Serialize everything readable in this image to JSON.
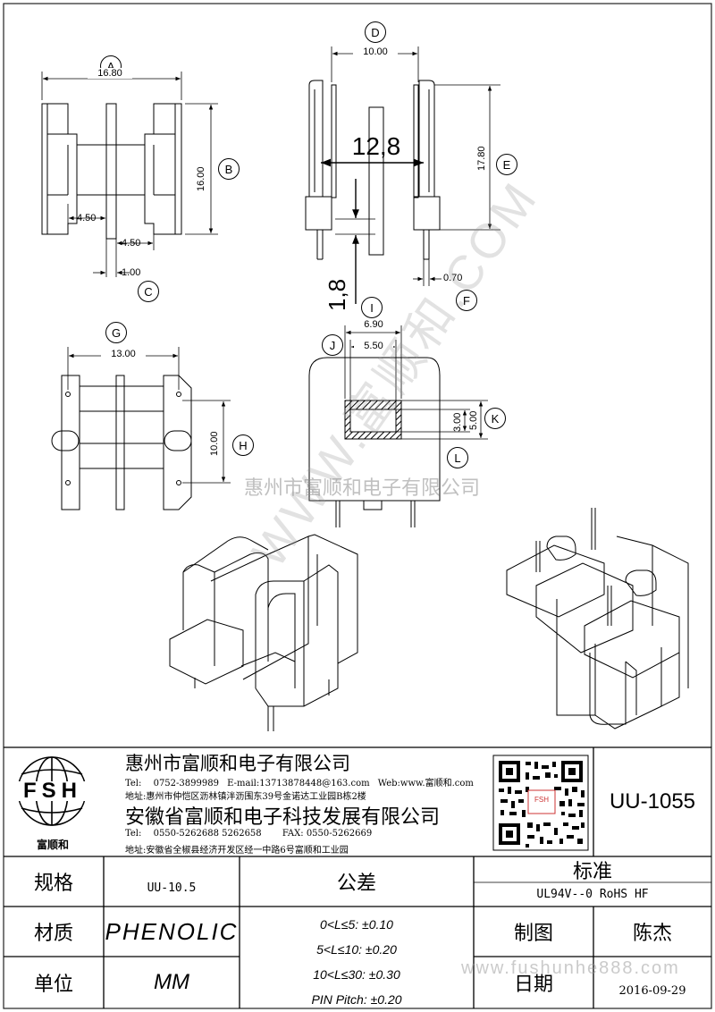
{
  "dimensions": {
    "a": {
      "letter": "A",
      "value": "16.80"
    },
    "b": {
      "letter": "B",
      "value": "16.00"
    },
    "c": {
      "letter": "C",
      "value": "1.00"
    },
    "c_left": "4.50",
    "c_right": "4.50",
    "d": {
      "letter": "D",
      "value": "10.00"
    },
    "e": {
      "letter": "E",
      "value": "17.80"
    },
    "f": {
      "letter": "F",
      "value": "0.70"
    },
    "g": {
      "letter": "G",
      "value": "13.00"
    },
    "h": {
      "letter": "H",
      "value": "10.00"
    },
    "i": {
      "letter": "I",
      "value": "6.90"
    },
    "j": {
      "letter": "J",
      "value": "5.50"
    },
    "k": {
      "letter": "K",
      "value": "5.00"
    },
    "l": {
      "letter": "L",
      "value": "3.00"
    },
    "big_width": "12,8",
    "big_height": "1,8"
  },
  "watermark": {
    "diagonal": "WWW.富顺和.COM",
    "center": "惠州市富顺和电子有限公司",
    "footer": "www.fushunhe888.com"
  },
  "company": {
    "logo_letters": "FSH",
    "logo_name": "富顺和",
    "name1": "惠州市富顺和电子有限公司",
    "tel1_label": "Tel:",
    "tel1": "0752-3899989",
    "email": "E-mail:13713878448@163.com",
    "web": "Web:www.富顺和.com",
    "addr1": "地址:惠州市仲恺区沥林镇泮沥围东39号金诺达工业园B栋2楼",
    "name2": "安徽省富顺和电子科技发展有限公司",
    "tel2_label": "Tel:",
    "tel2": "0550-5262688  5262658",
    "fax": "FAX: 0550-5262669",
    "addr2": "地址:安徽省全椒县经济开发区经一中路6号富顺和工业园"
  },
  "qr_label": "FSH",
  "part_number": "UU-1055",
  "table": {
    "spec_label": "规格",
    "spec_value": "UU-10.5",
    "tolerance_label": "公差",
    "standard_label": "标准",
    "standard_value": "UL94V--0  RoHS HF",
    "material_label": "材质",
    "material_value": "PHENOLIC",
    "tol1": "0<L≤5: ±0.10",
    "tol2": "5<L≤10: ±0.20",
    "tol3": "10<L≤30: ±0.30",
    "tol4": "PIN Pitch: ±0.20",
    "drawn_label": "制图",
    "drawn_value": "陈杰",
    "unit_label": "单位",
    "unit_value": "MM",
    "date_label": "日期",
    "date_value": "2016-09-29"
  }
}
